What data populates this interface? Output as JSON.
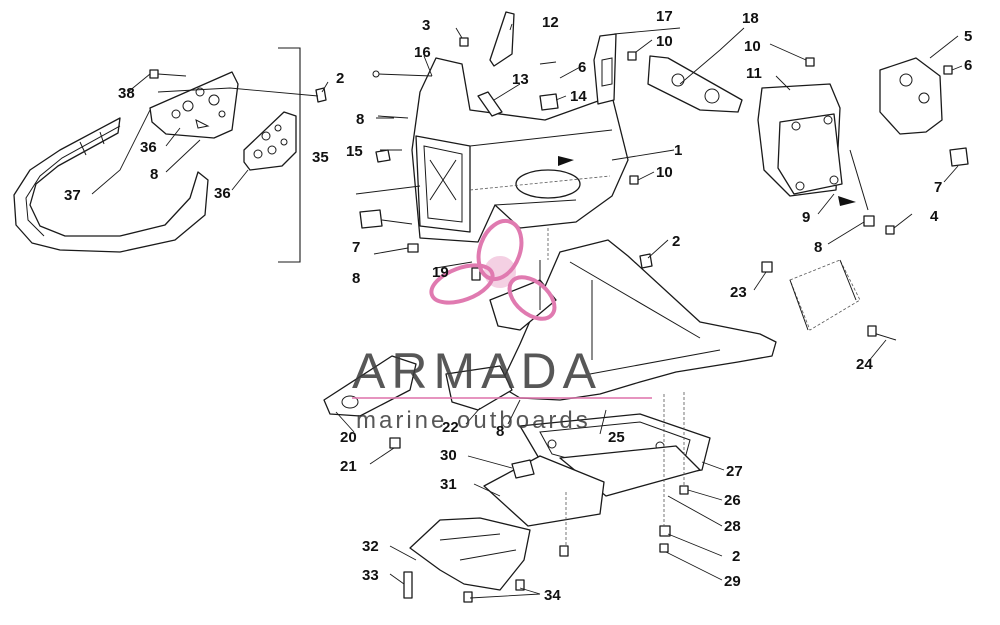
{
  "watermark": {
    "brand": "ARMADA",
    "tagline": "marine outboards",
    "accent_color": "#e07ab0",
    "text_color": "#3a3a3a"
  },
  "callouts": [
    {
      "id": "c1",
      "text": "1"
    },
    {
      "id": "c2a",
      "text": "2"
    },
    {
      "id": "c2b",
      "text": "2"
    },
    {
      "id": "c2c",
      "text": "2"
    },
    {
      "id": "c3",
      "text": "3"
    },
    {
      "id": "c4",
      "text": "4"
    },
    {
      "id": "c5",
      "text": "5"
    },
    {
      "id": "c6a",
      "text": "6"
    },
    {
      "id": "c6b",
      "text": "6"
    },
    {
      "id": "c7a",
      "text": "7"
    },
    {
      "id": "c7b",
      "text": "7"
    },
    {
      "id": "c8a",
      "text": "8"
    },
    {
      "id": "c8b",
      "text": "8"
    },
    {
      "id": "c8c",
      "text": "8"
    },
    {
      "id": "c8d",
      "text": "8"
    },
    {
      "id": "c8e",
      "text": "8"
    },
    {
      "id": "c9",
      "text": "9"
    },
    {
      "id": "c10a",
      "text": "10"
    },
    {
      "id": "c10b",
      "text": "10"
    },
    {
      "id": "c10c",
      "text": "10"
    },
    {
      "id": "c11",
      "text": "11"
    },
    {
      "id": "c12",
      "text": "12"
    },
    {
      "id": "c13",
      "text": "13"
    },
    {
      "id": "c14",
      "text": "14"
    },
    {
      "id": "c15",
      "text": "15"
    },
    {
      "id": "c16",
      "text": "16"
    },
    {
      "id": "c17",
      "text": "17"
    },
    {
      "id": "c18",
      "text": "18"
    },
    {
      "id": "c19",
      "text": "19"
    },
    {
      "id": "c20",
      "text": "20"
    },
    {
      "id": "c21",
      "text": "21"
    },
    {
      "id": "c22",
      "text": "22"
    },
    {
      "id": "c23",
      "text": "23"
    },
    {
      "id": "c24",
      "text": "24"
    },
    {
      "id": "c25",
      "text": "25"
    },
    {
      "id": "c26",
      "text": "26"
    },
    {
      "id": "c27",
      "text": "27"
    },
    {
      "id": "c28",
      "text": "28"
    },
    {
      "id": "c29",
      "text": "29"
    },
    {
      "id": "c30",
      "text": "30"
    },
    {
      "id": "c31",
      "text": "31"
    },
    {
      "id": "c32",
      "text": "32"
    },
    {
      "id": "c33",
      "text": "33"
    },
    {
      "id": "c34",
      "text": "34"
    },
    {
      "id": "c35",
      "text": "35"
    },
    {
      "id": "c36a",
      "text": "36"
    },
    {
      "id": "c36b",
      "text": "36"
    },
    {
      "id": "c37",
      "text": "37"
    },
    {
      "id": "c38",
      "text": "38"
    }
  ]
}
